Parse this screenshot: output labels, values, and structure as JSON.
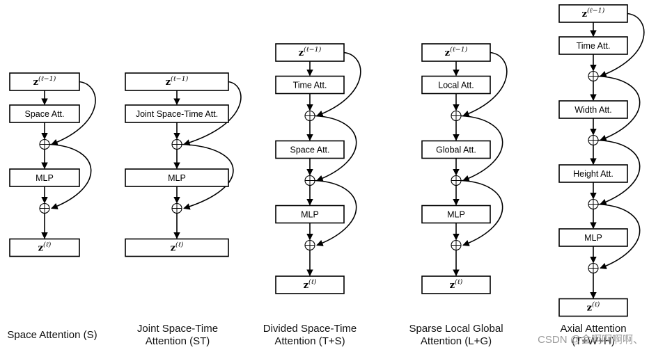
{
  "input_label": {
    "base": "z",
    "sup": "(ℓ−1)"
  },
  "output_label": {
    "base": "z",
    "sup": "(ℓ)"
  },
  "panels": [
    {
      "caption": "Space Attention (S)",
      "blocks": [
        "Space Att.",
        "MLP"
      ]
    },
    {
      "caption": "Joint Space-Time Attention (ST)",
      "caption_lines": [
        "Joint Space-Time",
        "Attention (ST)"
      ],
      "blocks": [
        "Joint Space-Time Att.",
        "MLP"
      ]
    },
    {
      "caption": "Divided Space-Time Attention (T+S)",
      "caption_lines": [
        "Divided Space-Time",
        "Attention (T+S)"
      ],
      "blocks": [
        "Time Att.",
        "Space Att.",
        "MLP"
      ]
    },
    {
      "caption": "Sparse Local Global Attention (L+G)",
      "caption_lines": [
        "Sparse Local Global",
        "Attention (L+G)"
      ],
      "blocks": [
        "Local Att.",
        "Global Att.",
        "MLP"
      ]
    },
    {
      "caption": "Axial Attention (T+W+H)",
      "caption_lines": [
        "Axial Attention",
        "(T+W+H)"
      ],
      "blocks": [
        "Time Att.",
        "Width Att.",
        "Height Att.",
        "MLP"
      ]
    }
  ],
  "watermark": "CSDN @会啊啊啊啊、"
}
